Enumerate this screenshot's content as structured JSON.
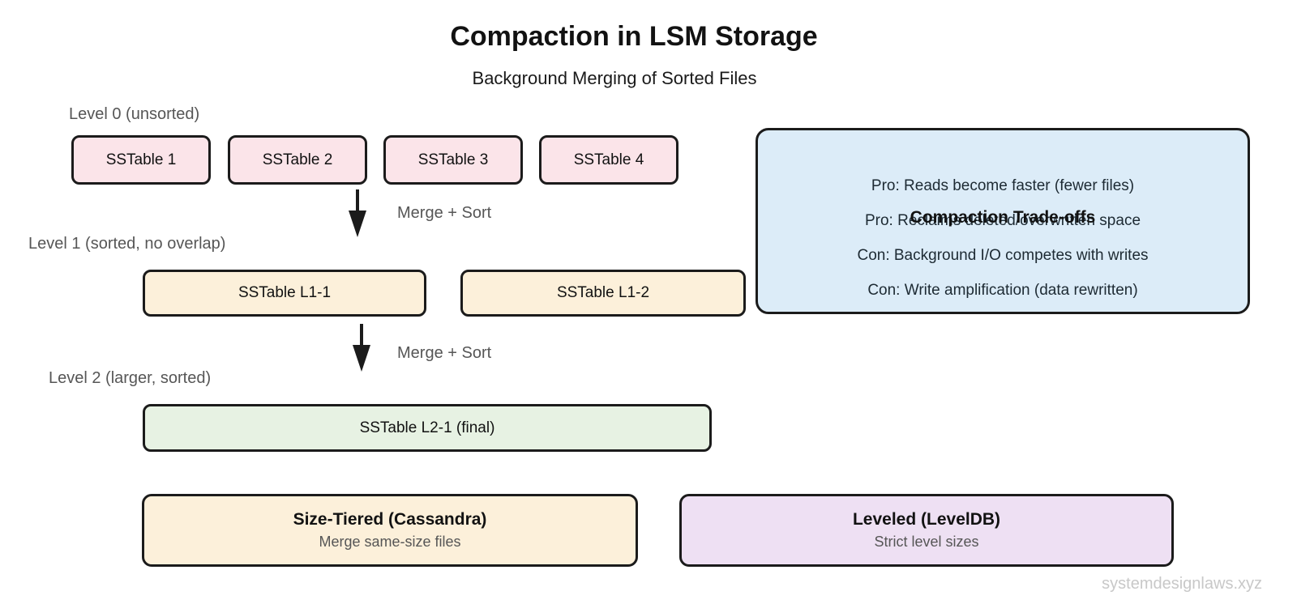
{
  "title": "Compaction in LSM Storage",
  "subtitle": "Background Merging of Sorted Files",
  "levels": [
    {
      "label": "Level 0 (unsorted)",
      "boxes": [
        "SSTable 1",
        "SSTable 2",
        "SSTable 3",
        "SSTable 4"
      ]
    },
    {
      "label": "Level 1 (sorted, no overlap)",
      "boxes": [
        "SSTable L1-1",
        "SSTable L1-2"
      ]
    },
    {
      "label": "Level 2 (larger, sorted)",
      "boxes": [
        "SSTable L2-1 (final)"
      ]
    }
  ],
  "arrows": [
    {
      "label": "Merge + Sort"
    },
    {
      "label": "Merge + Sort"
    }
  ],
  "tradeoffs": {
    "title": "Compaction Trade-offs",
    "items": [
      "Pro: Reads become faster (fewer files)",
      "Pro: Reclaims deleted/overwritten space",
      "Con: Background I/O competes with writes",
      "Con: Write amplification (data rewritten)"
    ]
  },
  "strategies": [
    {
      "title": "Size-Tiered (Cassandra)",
      "subtitle": "Merge same-size files"
    },
    {
      "title": "Leveled (LevelDB)",
      "subtitle": "Strict level sizes"
    }
  ],
  "watermark": "systemdesignlaws.xyz",
  "colors": {
    "border": "#1b1b1b",
    "pink": "#fbe4e9",
    "cream": "#fcf0da",
    "green": "#e7f2e3",
    "blue": "#dcecf8",
    "purple": "#eee0f3",
    "gray-text": "#565656",
    "dark-text": "#121212",
    "panel-text": "#1d2a33",
    "watermark": "#c8c8c8"
  }
}
